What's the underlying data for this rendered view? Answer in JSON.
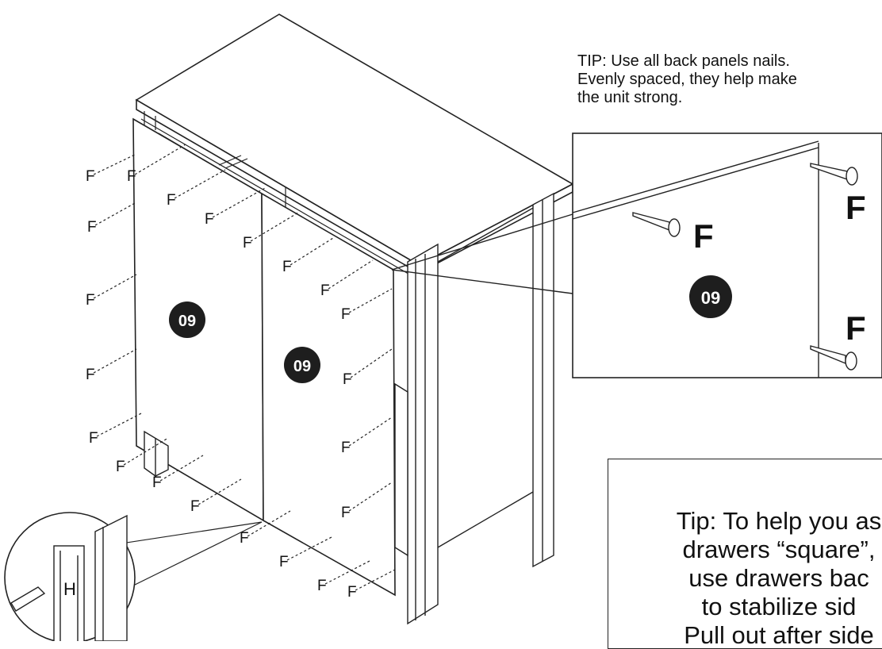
{
  "tip_top": {
    "lines": [
      "TIP: Use all back panels nails.",
      "Evenly spaced, they help make",
      "the unit strong."
    ]
  },
  "tip_box": {
    "lines": [
      "Tip: To help you as",
      "drawers “square”,",
      "use drawers bac",
      "to stabilize sid",
      "Pull out after side"
    ]
  },
  "panel_labels": {
    "left": "09",
    "right": "09",
    "detail": "09"
  },
  "nail_label": "F",
  "detail_nail_labels": [
    "F",
    "F",
    "F"
  ],
  "joint_label": "H",
  "colors": {
    "badge": "#1e1e1e",
    "line": "#222222"
  }
}
